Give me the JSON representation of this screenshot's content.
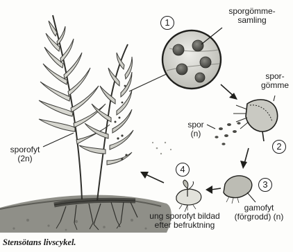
{
  "diagram": {
    "steps": [
      "1",
      "2",
      "3",
      "4"
    ],
    "labels": {
      "sporgomme_samling_line1": "sporgömme-",
      "sporgomme_samling_line2": "samling",
      "sporgomme_line1": "spor-",
      "sporgomme_line2": "gömme",
      "spor": "spor",
      "spor_n": "(n)",
      "sporofyt": "sporofyt",
      "sporofyt_2n": "(2n)",
      "gamofyt": "gamofyt",
      "forgrodd": "(förgrodd) (n)",
      "ung_line1": "ung sporofyt bildad",
      "ung_line2": "efter befruktning"
    },
    "caption": "Stensötans livscykel."
  }
}
